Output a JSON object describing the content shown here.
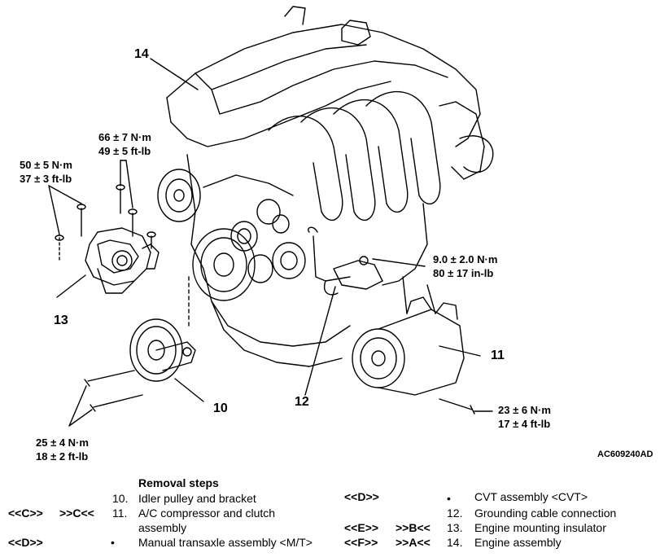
{
  "torques": {
    "t66": [
      "66 ± 7 N·m",
      "49 ± 5 ft-lb"
    ],
    "t50": [
      "50 ± 5 N·m",
      "37 ± 3 ft-lb"
    ],
    "t9": [
      "9.0 ± 2.0 N·m",
      "80 ± 17 in-lb"
    ],
    "t25": [
      "25 ± 4 N·m",
      "18 ± 2 ft-lb"
    ],
    "t23": [
      "23 ± 6 N·m",
      "17 ± 4 ft-lb"
    ]
  },
  "callouts": {
    "c14": "14",
    "c13": "13",
    "c10": "10",
    "c12": "12",
    "c11": "11"
  },
  "figure_code": "AC609240AD",
  "removal": {
    "title": "Removal steps",
    "steps": [
      {
        "pre": "",
        "post": "",
        "num": "10.",
        "text": "Idler pulley and bracket"
      },
      {
        "pre": "<<C>>",
        "post": ">>C<<",
        "num": "11.",
        "text": "A/C compressor and clutch"
      },
      {
        "pre": "",
        "post": "",
        "num": "",
        "text": "assembly"
      },
      {
        "pre": "<<D>>",
        "post": "",
        "num": "•",
        "text": "Manual transaxle assembly <M/T>"
      },
      {
        "pre": "<<D>>",
        "post": "",
        "num": "•",
        "text": "CVT assembly <CVT>"
      },
      {
        "pre": "",
        "post": "",
        "num": "12.",
        "text": "Grounding cable connection"
      },
      {
        "pre": "<<E>>",
        "post": ">>B<<",
        "num": "13.",
        "text": "Engine mounting insulator"
      },
      {
        "pre": "<<F>>",
        "post": ">>A<<",
        "num": "14.",
        "text": "Engine assembly"
      }
    ]
  }
}
